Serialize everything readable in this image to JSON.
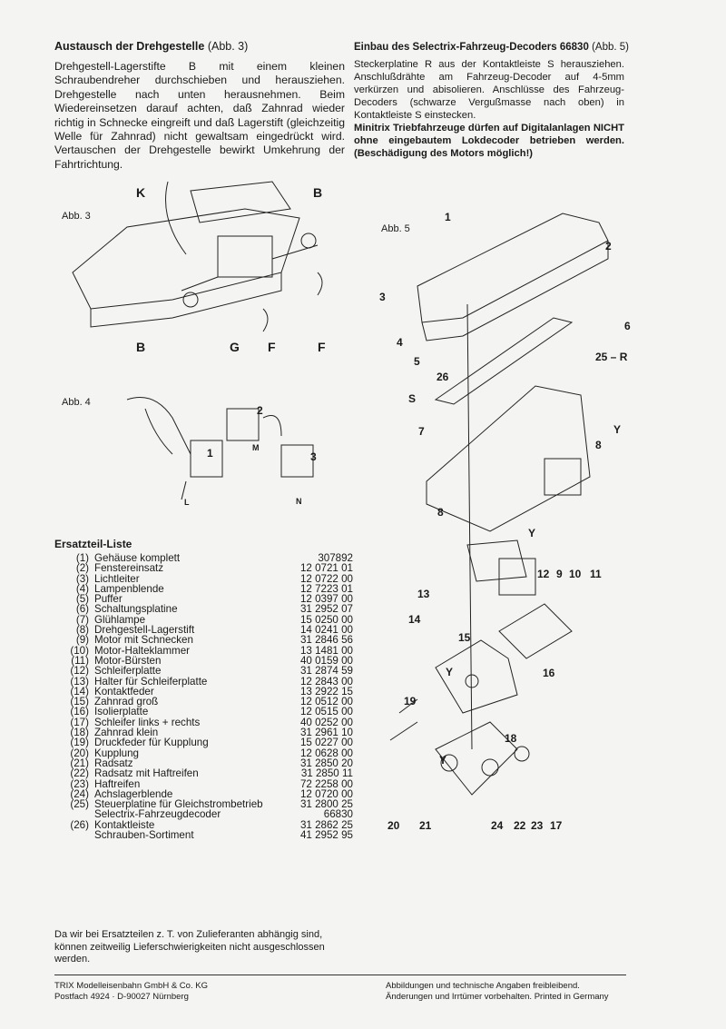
{
  "left": {
    "heading": "Austausch der Drehgestelle",
    "heading_ref": "(Abb. 3)",
    "paragraph": "Drehgestell-Lagerstifte B mit einem kleinen Schraubendreher durchschieben und herausziehen. Drehgestelle nach unten herausnehmen. Beim Wiedereinsetzen darauf achten, daß Zahnrad wieder richtig in Schnecke eingreift und daß Lagerstift (gleichzeitig Welle für Zahnrad) nicht gewaltsam eingedrückt wird. Vertauschen der Drehgestelle bewirkt Umkehrung der Fahrtrichtung.",
    "fig3": {
      "caption": "Abb. 3",
      "labels": [
        "K",
        "B",
        "B",
        "G",
        "F",
        "F"
      ]
    },
    "fig4": {
      "caption": "Abb. 4",
      "labels": [
        "1",
        "2",
        "3",
        "M",
        "N",
        "L"
      ]
    },
    "parts": {
      "title": "Ersatzteil-Liste",
      "rows": [
        {
          "n": "(1)",
          "desc": "Gehäuse komplett",
          "code": "307892"
        },
        {
          "n": "(2)",
          "desc": "Fenstereinsatz",
          "code": "12 0721 01"
        },
        {
          "n": "(3)",
          "desc": "Lichtleiter",
          "code": "12 0722 00"
        },
        {
          "n": "(4)",
          "desc": "Lampenblende",
          "code": "12 7223 01"
        },
        {
          "n": "(5)",
          "desc": "Puffer",
          "code": "12 0397 00"
        },
        {
          "n": "(6)",
          "desc": "Schaltungsplatine",
          "code": "31 2952 07"
        },
        {
          "n": "(7)",
          "desc": "Glühlampe",
          "code": "15 0250 00"
        },
        {
          "n": "(8)",
          "desc": "Drehgestell-Lagerstift",
          "code": "14 0241 00"
        },
        {
          "n": "(9)",
          "desc": "Motor mit Schnecken",
          "code": "31 2846 56"
        },
        {
          "n": "(10)",
          "desc": "Motor-Halteklammer",
          "code": "13 1481 00"
        },
        {
          "n": "(11)",
          "desc": "Motor-Bürsten",
          "code": "40 0159 00"
        },
        {
          "n": "(12)",
          "desc": "Schleiferplatte",
          "code": "31 2874 59"
        },
        {
          "n": "(13)",
          "desc": "Halter für Schleiferplatte",
          "code": "12 2843 00"
        },
        {
          "n": "(14)",
          "desc": "Kontaktfeder",
          "code": "13 2922 15"
        },
        {
          "n": "(15)",
          "desc": "Zahnrad groß",
          "code": "12 0512 00"
        },
        {
          "n": "(16)",
          "desc": "Isolierplatte",
          "code": "12 0515 00"
        },
        {
          "n": "(17)",
          "desc": "Schleifer links + rechts",
          "code": "40 0252 00"
        },
        {
          "n": "(18)",
          "desc": "Zahnrad klein",
          "code": "31 2961 10"
        },
        {
          "n": "(19)",
          "desc": "Druckfeder für Kupplung",
          "code": "15 0227 00"
        },
        {
          "n": "(20)",
          "desc": "Kupplung",
          "code": "12 0628 00"
        },
        {
          "n": "(21)",
          "desc": "Radsatz",
          "code": "31 2850 20"
        },
        {
          "n": "(22)",
          "desc": "Radsatz mit Haftreifen",
          "code": "31 2850 11"
        },
        {
          "n": "(23)",
          "desc": "Haftreifen",
          "code": "72 2258 00"
        },
        {
          "n": "(24)",
          "desc": "Achslagerblende",
          "code": "12 0720 00"
        },
        {
          "n": "(25)",
          "desc": "Steuerplatine für Gleichstrombetrieb",
          "code": "31 2800 25"
        },
        {
          "n": "",
          "desc": "Selectrix-Fahrzeugdecoder",
          "code": "66830"
        },
        {
          "n": "(26)",
          "desc": "Kontaktleiste",
          "code": "31 2862 25"
        },
        {
          "n": "",
          "desc": "Schrauben-Sortiment",
          "code": "41 2952 95"
        }
      ]
    },
    "note": "Da wir bei Ersatzteilen z. T. von Zulieferanten abhängig sind, können zeitweilig Lieferschwierigkeiten nicht ausgeschlossen werden."
  },
  "right": {
    "heading": "Einbau des Selectrix-Fahrzeug-Decoders 66830",
    "heading_ref": "(Abb. 5)",
    "paragraph": "Steckerplatine R aus der Kontaktleiste S herausziehen. Anschlußdrähte am Fahrzeug-Decoder auf 4-5mm verkürzen und abisolieren. Anschlüsse des Fahrzeug-Decoders (schwarze Vergußmasse nach oben) in Kontaktleiste S einstecken.",
    "warning": "Minitrix Triebfahrzeuge dürfen auf Digitalanlagen NICHT ohne eingebautem Lokdecoder betrieben werden. (Beschädigung des Motors möglich!)",
    "fig5": {
      "caption": "Abb. 5"
    }
  },
  "footer": {
    "company_line1": "TRIX Modelleisenbahn GmbH & Co. KG",
    "company_line2": "Postfach 4924 · D-90027 Nürnberg",
    "legal_line1": "Abbildungen und technische Angaben freibleibend.",
    "legal_line2": "Änderungen und Irrtümer vorbehalten. Printed in Germany"
  }
}
